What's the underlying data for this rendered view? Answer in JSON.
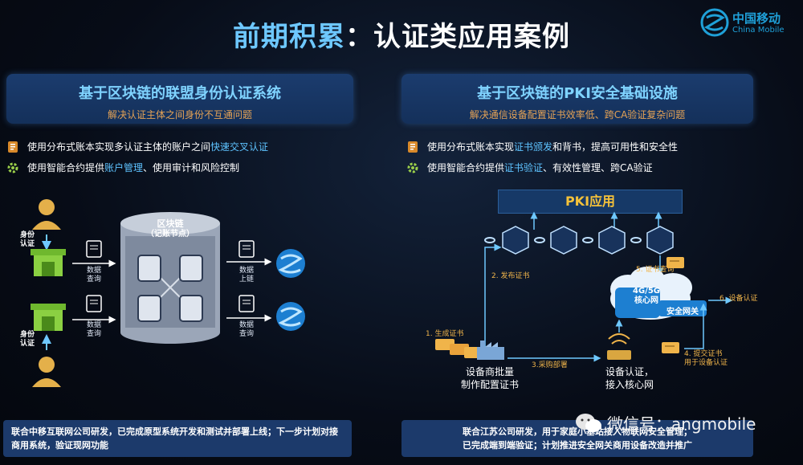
{
  "header": {
    "title_part1": "前期积累",
    "title_sep": "：",
    "title_part2": "认证类应用案例"
  },
  "logo": {
    "cn": "中国移动",
    "en": "China Mobile"
  },
  "left": {
    "panel_title": "基于区块链的联盟身份认证系统",
    "panel_subtitle": "解决认证主体之间身份不互通问题",
    "bullet1_pre": "使用分布式账本实现多认证主体的账户之间",
    "bullet1_hl": "快速交叉认证",
    "bullet2_pre": "使用智能合约提供",
    "bullet2_hl": "账户管理",
    "bullet2_post": "、使用审计和风险控制",
    "diagram": {
      "ledger_title": "区块链",
      "ledger_sub": "（记账节点）",
      "auth_top": "身份\n认证",
      "auth_bottom": "身份\n认证",
      "query1": "数据\n查询",
      "query2": "数据\n查询",
      "upload": "数据\n上链",
      "query3": "数据\n查询"
    },
    "footer": "联合中移互联网公司研发，已完成原型系统开发和测试并部署上线；下一步计划对接商用系统，验证现网功能"
  },
  "right": {
    "panel_title": "基于区块链的PKI安全基础设施",
    "panel_subtitle": "解决通信设备配置证书效率低、跨CA验证复杂问题",
    "bullet1_pre": "使用分布式账本实现",
    "bullet1_hl": "证书颁发",
    "bullet1_post": "和背书，提高可用性和安全性",
    "bullet2_pre": "使用智能合约提供",
    "bullet2_hl": "证书验证",
    "bullet2_post": "、有效性管理、跨CA验证",
    "diagram": {
      "pki_app": "PKI应用",
      "step1": "1. 生成证书",
      "step2": "2. 发布证书",
      "step3": "3.采购部署",
      "step4": "4. 提交证书\n用于设备认证",
      "step5": "5. 证书查询",
      "step6": "6. 设备认证",
      "core_net": "4G/5G\n核心网",
      "gateway": "安全网关",
      "vendor": "设备商批量\n制作配置证书",
      "device": "设备认证，\n接入核心网"
    },
    "footer": "联合江苏公司研发，用于家庭小基站接入物联网安全管理；\n已完成端到端验证；计划推进安全网关商用设备改造并推广"
  },
  "watermark": "微信号：angmobile",
  "colors": {
    "accent_blue": "#6ec8ff",
    "orange": "#e4a255",
    "yellow": "#f5c23a",
    "panel": "#1b3c6e"
  }
}
